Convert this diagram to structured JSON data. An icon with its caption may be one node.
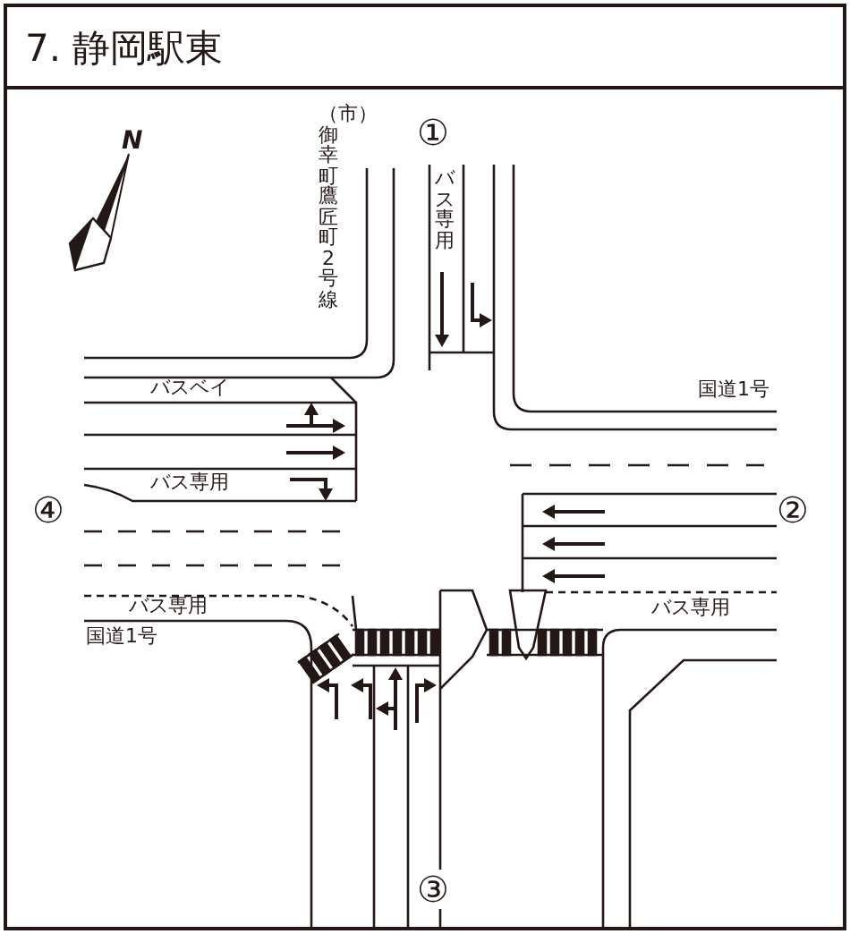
{
  "diagram": {
    "title": "7. 静岡駅東",
    "labels": [
      "N",
      "①",
      "（市）御幸町鷹匠町2号線",
      "バス専用",
      "国道1号",
      "バスベイ",
      "バス専用",
      "④",
      "②",
      "バス専用",
      "バス専用",
      "国道1号",
      "③"
    ]
  }
}
